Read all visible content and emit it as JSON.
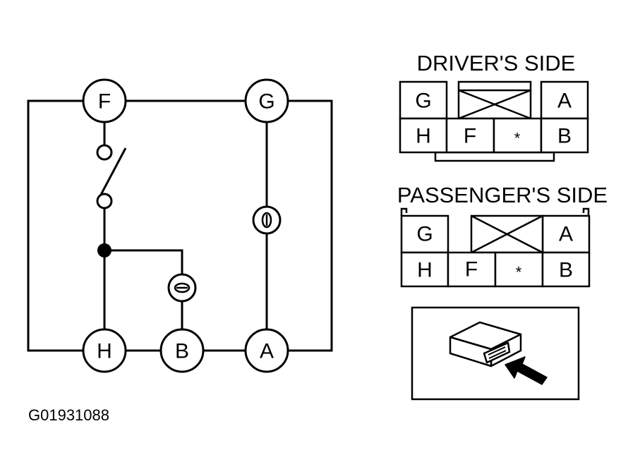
{
  "schematic": {
    "nodes": {
      "f": "F",
      "g": "G",
      "h": "H",
      "b": "B",
      "a": "A"
    }
  },
  "drivers_side": {
    "title": "DRIVER'S SIDE",
    "top_row": [
      "G",
      "A"
    ],
    "bottom_row": [
      "H",
      "F",
      "*",
      "B"
    ]
  },
  "passengers_side": {
    "title": "PASSENGER'S SIDE",
    "top_row": [
      "G",
      "A"
    ],
    "bottom_row": [
      "H",
      "F",
      "*",
      "B"
    ]
  },
  "figure_code": "G01931088"
}
